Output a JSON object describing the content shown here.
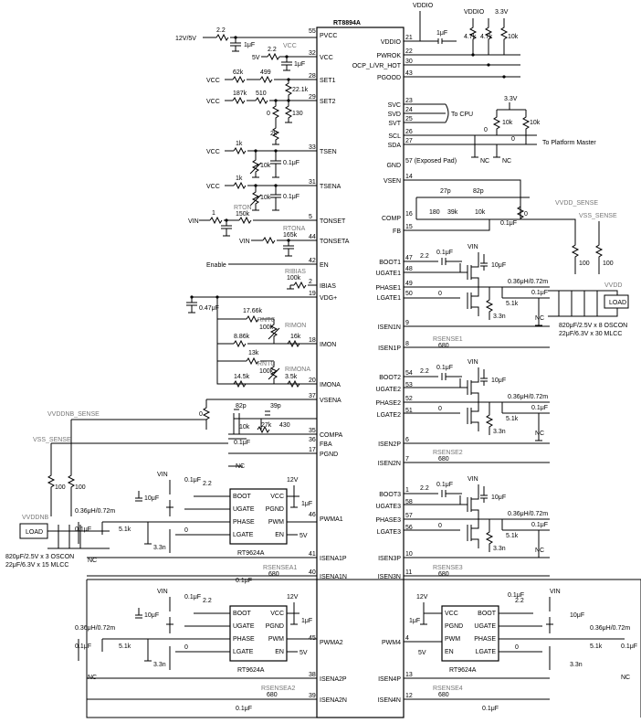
{
  "main_ic": {
    "name": "RT8894A",
    "left_pins": [
      {
        "name": "PVCC",
        "num": "55"
      },
      {
        "name": "VCC",
        "num": "32"
      },
      {
        "name": "SET1",
        "num": "28"
      },
      {
        "name": "SET2",
        "num": "29"
      },
      {
        "name": "TSEN",
        "num": "33"
      },
      {
        "name": "TSENA",
        "num": "31"
      },
      {
        "name": "TONSET",
        "num": "5"
      },
      {
        "name": "TONSETA",
        "num": "44"
      },
      {
        "name": "EN",
        "num": "42"
      },
      {
        "name": "IBIAS",
        "num": "2"
      },
      {
        "name": "VDG+",
        "num": "19"
      },
      {
        "name": "IMON",
        "num": "18"
      },
      {
        "name": "IMONA",
        "num": "20"
      },
      {
        "name": "VSENA",
        "num": "37"
      },
      {
        "name": "COMPA",
        "num": "35"
      },
      {
        "name": "FBA",
        "num": "36"
      },
      {
        "name": "PGND",
        "num": "17"
      },
      {
        "name": "PWMA1",
        "num": "46"
      },
      {
        "name": "ISENA1P",
        "num": "41"
      },
      {
        "name": "ISENA1N",
        "num": "40"
      },
      {
        "name": "PWMA2",
        "num": "45"
      },
      {
        "name": "ISENA2P",
        "num": "38"
      },
      {
        "name": "ISENA2N",
        "num": "39"
      }
    ],
    "right_pins": [
      {
        "name": "VDDIO",
        "num": "21"
      },
      {
        "name": "PWROK",
        "num": "22"
      },
      {
        "name": "OCP_L/VR_HOT",
        "num": "30"
      },
      {
        "name": "PGOOD",
        "num": "43"
      },
      {
        "name": "SVC",
        "num": "23"
      },
      {
        "name": "SVD",
        "num": "24"
      },
      {
        "name": "SVT",
        "num": "25"
      },
      {
        "name": "SCL",
        "num": "26"
      },
      {
        "name": "SDA",
        "num": "27"
      },
      {
        "name": "GND",
        "num": "57 (Exposed Pad)"
      },
      {
        "name": "VSEN",
        "num": "14"
      },
      {
        "name": "COMP",
        "num": "16"
      },
      {
        "name": "FB",
        "num": "15"
      },
      {
        "name": "BOOT1",
        "num": "47"
      },
      {
        "name": "UGATE1",
        "num": "48"
      },
      {
        "name": "PHASE1",
        "num": "49"
      },
      {
        "name": "LGATE1",
        "num": "50"
      },
      {
        "name": "ISEN1N",
        "num": "9"
      },
      {
        "name": "ISEN1P",
        "num": "8"
      },
      {
        "name": "BOOT2",
        "num": "54"
      },
      {
        "name": "UGATE2",
        "num": "53"
      },
      {
        "name": "PHASE2",
        "num": "52"
      },
      {
        "name": "LGATE2",
        "num": "51"
      },
      {
        "name": "ISEN2P",
        "num": "6"
      },
      {
        "name": "ISEN2N",
        "num": "7"
      },
      {
        "name": "BOOT3",
        "num": "1"
      },
      {
        "name": "UGATE3",
        "num": "58"
      },
      {
        "name": "PHASE3",
        "num": "57"
      },
      {
        "name": "LGATE3",
        "num": "56"
      },
      {
        "name": "ISEN3P",
        "num": "10"
      },
      {
        "name": "ISEN3N",
        "num": "11"
      },
      {
        "name": "PWM4",
        "num": "4"
      },
      {
        "name": "ISEN4P",
        "num": "13"
      },
      {
        "name": "ISEN4N",
        "num": "12"
      }
    ]
  },
  "driver": {
    "name": "RT9624A",
    "pins": [
      "BOOT",
      "UGATE",
      "PHASE",
      "LGATE",
      "VCC",
      "PGND",
      "PWM",
      "EN"
    ]
  },
  "supplies": {
    "rail_12v_5v": "12V/5V",
    "v12": "12V",
    "v5": "5V",
    "v3v3": "3.3V",
    "vcc": "VCC",
    "vin": "VIN",
    "vin_upper": "VIN",
    "vddio": "VDDIO",
    "enable": "Enable",
    "svt_to_cpu": "To CPU",
    "platform": "To Platform Master",
    "vdd_sense": "VVDD_SENSE",
    "vss_sense": "VSS_SENSE",
    "vddnb_sense": "VVDDNB_SENSE",
    "vssnb_sense": "VSS_SENSE",
    "vdd": "VVDD",
    "vddnb": "VVDDNB",
    "load": "LOAD",
    "load_left": "LOAD"
  },
  "components": {
    "r_2_2": "2.2",
    "c_1uF": "1μF",
    "c_10uF": "10μF",
    "c_0_1uF": "0.1μF",
    "r_62k": "62k",
    "r_499": "499",
    "r_22_1k": "22.1k",
    "r_187k": "187k",
    "r_510": "510",
    "r_0": "0",
    "r_130": "130",
    "r_2k": "2k",
    "r_1k": "1k",
    "r_10k": "10k",
    "r_4_7k": "4.7k",
    "r_100": "100",
    "r_150k": "150k",
    "r_165k": "165k",
    "r_100k": "100k",
    "c_0_47uF": "0.47μF",
    "r_17_66k": "17.66k",
    "r_8_86k": "8.86k",
    "r_16k": "16k",
    "r_13k": "13k",
    "r_14_5k": "14.5k",
    "r_3_5k": "3.5k",
    "c_82p": "82p",
    "c_39p": "39p",
    "c_27k": "27k",
    "r_430": "430",
    "c_27p": "27p",
    "r_180": "180",
    "r_39k": "39k",
    "r_680": "680",
    "r_5_1k": "5.1k",
    "r_3_3n": "3.3n",
    "ind": "0.36μH/0.72m",
    "nc": "NC",
    "rton": "RTON",
    "rtona": "RTONA",
    "rbias": "RIBIAS",
    "rntc": "RNTC",
    "rimon": "RIMON",
    "rntca": "RNTC",
    "rimona": "RIMONA",
    "rsense1": "RSENSE1",
    "rsense2": "RSENSE2",
    "rsense3": "RSENSE3",
    "rsense4": "RSENSE4",
    "rsensea1": "RSENSEA1",
    "rsensea2": "RSENSEA2",
    "bulk_right": "820μF/2.5V x 8 OSCON\n22μF/6.3V x 30 MLCC",
    "bulk_left": "820μF/2.5V x 3 OSCON\n22μF/6.3V x 15 MLCC"
  }
}
